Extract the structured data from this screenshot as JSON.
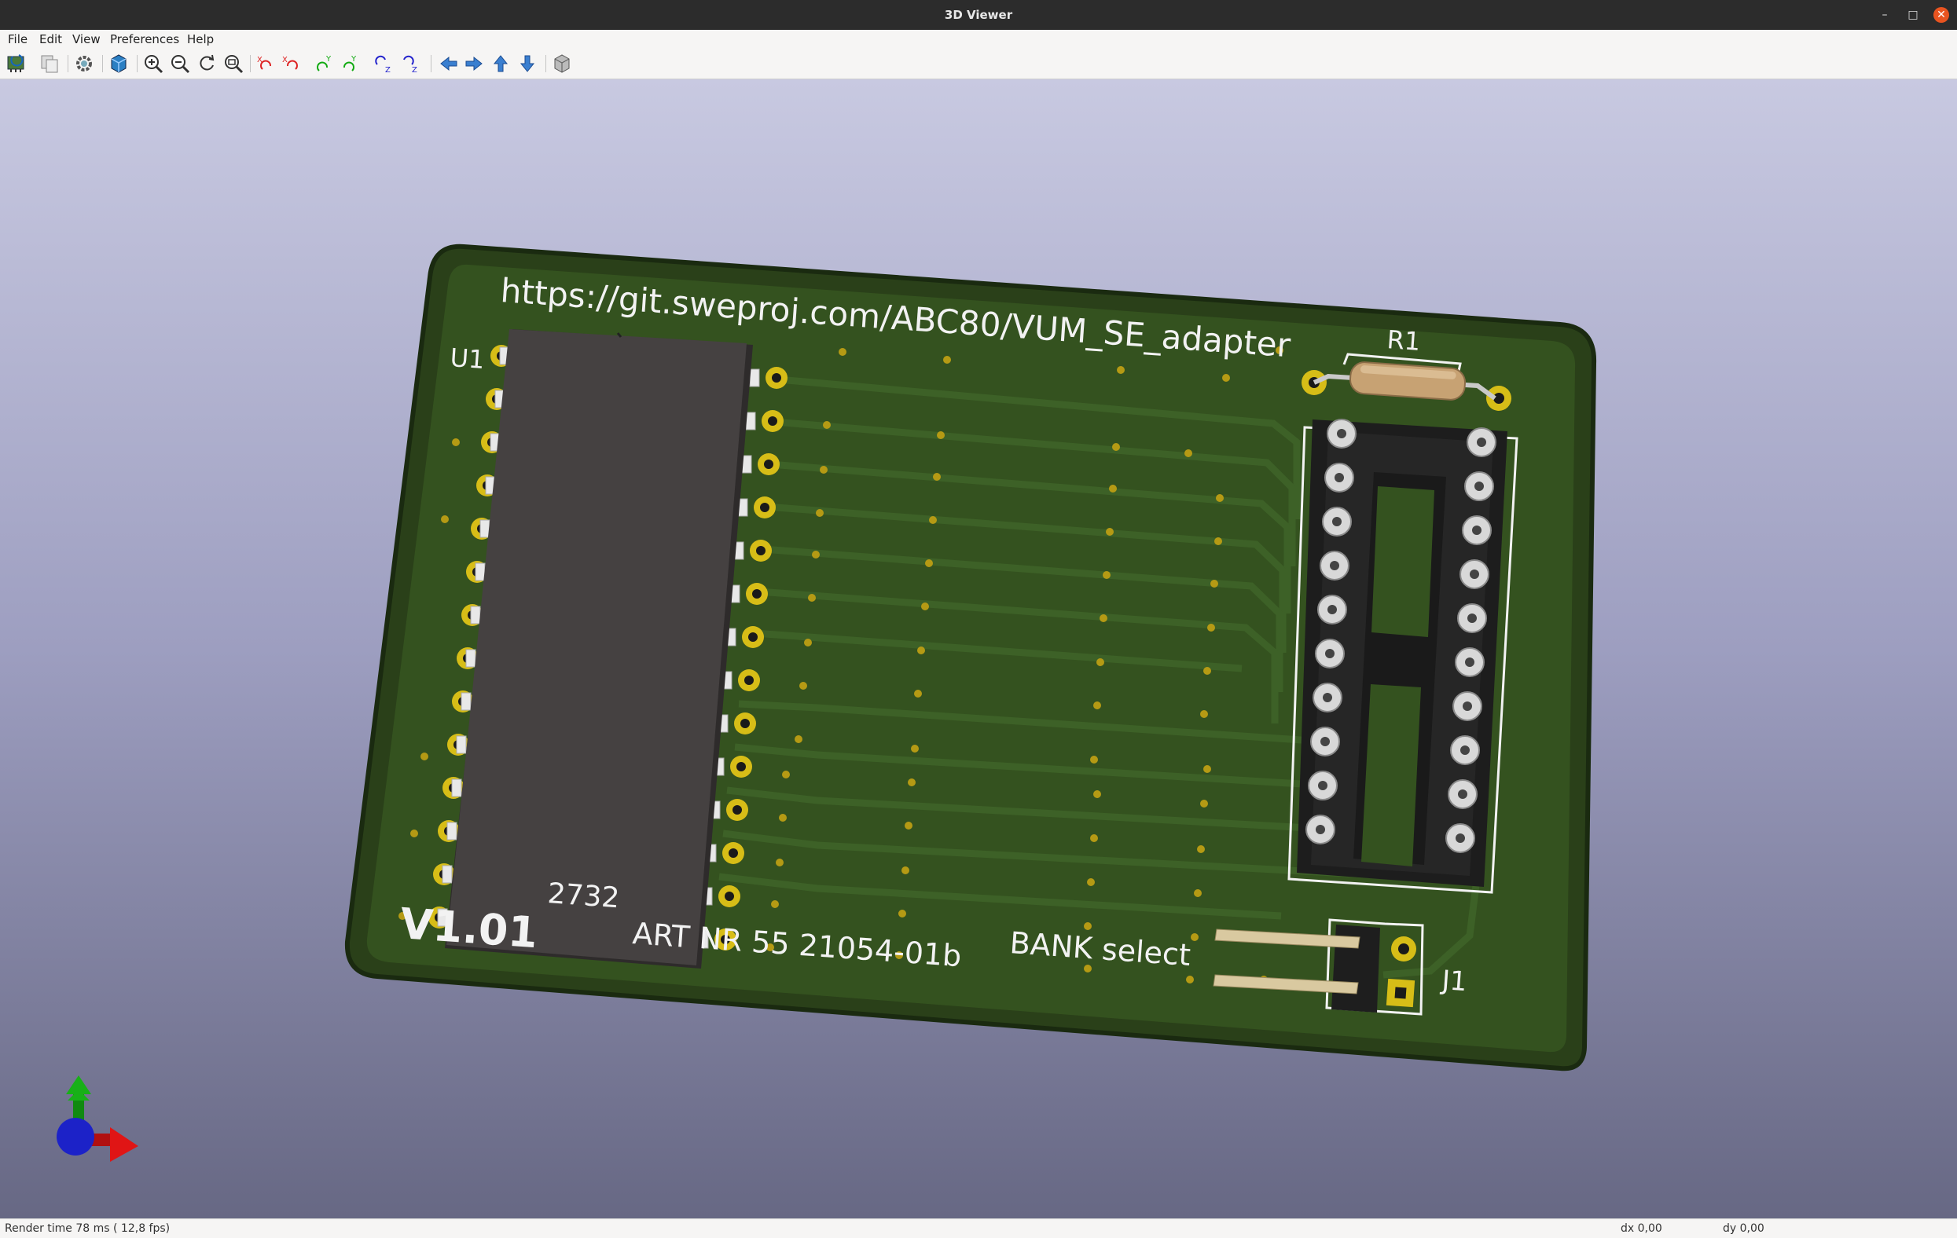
{
  "window": {
    "title": "3D Viewer",
    "minimize_glyph": "–",
    "maximize_glyph": "□",
    "close_glyph": "✕"
  },
  "menubar": {
    "items": [
      "File",
      "Edit",
      "View",
      "Preferences",
      "Help"
    ]
  },
  "toolbar": {
    "buttons": [
      "reload-board",
      "copy-image",
      "preferences",
      "raytracing",
      "zoom-in",
      "zoom-out",
      "redraw",
      "zoom-fit",
      "rotate-x-cw",
      "rotate-x-ccw",
      "rotate-y-cw",
      "rotate-y-ccw",
      "rotate-z-cw",
      "rotate-z-ccw",
      "move-left",
      "move-right",
      "move-up",
      "move-down",
      "ortho-view"
    ]
  },
  "pcb": {
    "url_text": "https://git.sweproj.com/ABC80/VUM_SE_adapter",
    "u1_label": "U1",
    "chip_value": "2732",
    "r1_label": "R1",
    "j1_label": "J1",
    "version": "V1.01",
    "art_number": "ART NR 55 21054-01b",
    "bank_label": "BANK select",
    "colors": {
      "board": "#2f4a1e",
      "silkscreen": "#f2f2f2",
      "pad": "#d7bd17",
      "chip": "#454141"
    }
  },
  "axes": {
    "x_color": "#e01515",
    "y_color": "#18b018",
    "z_color": "#1c22c8"
  },
  "status": {
    "render_time": "Render time 78 ms ( 12,8 fps)",
    "dx": "dx 0,00",
    "dy": "dy 0,00"
  }
}
